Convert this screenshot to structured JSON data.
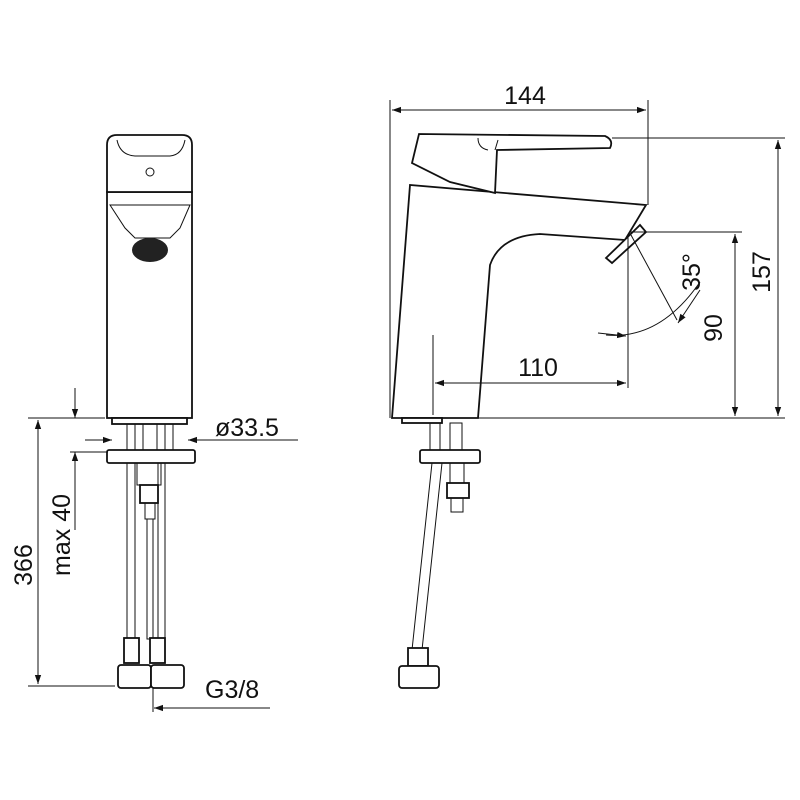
{
  "drawing": {
    "front_view": {
      "dimensions": {
        "total_height": "366",
        "max_thickness": "max 40",
        "diameter": "ø33.5",
        "connection": "G3/8"
      }
    },
    "side_view": {
      "dimensions": {
        "length": "144",
        "height": "157",
        "spout_height": "90",
        "reach": "110",
        "angle": "35°"
      }
    },
    "colors": {
      "line": "#111111",
      "background": "#ffffff"
    }
  }
}
